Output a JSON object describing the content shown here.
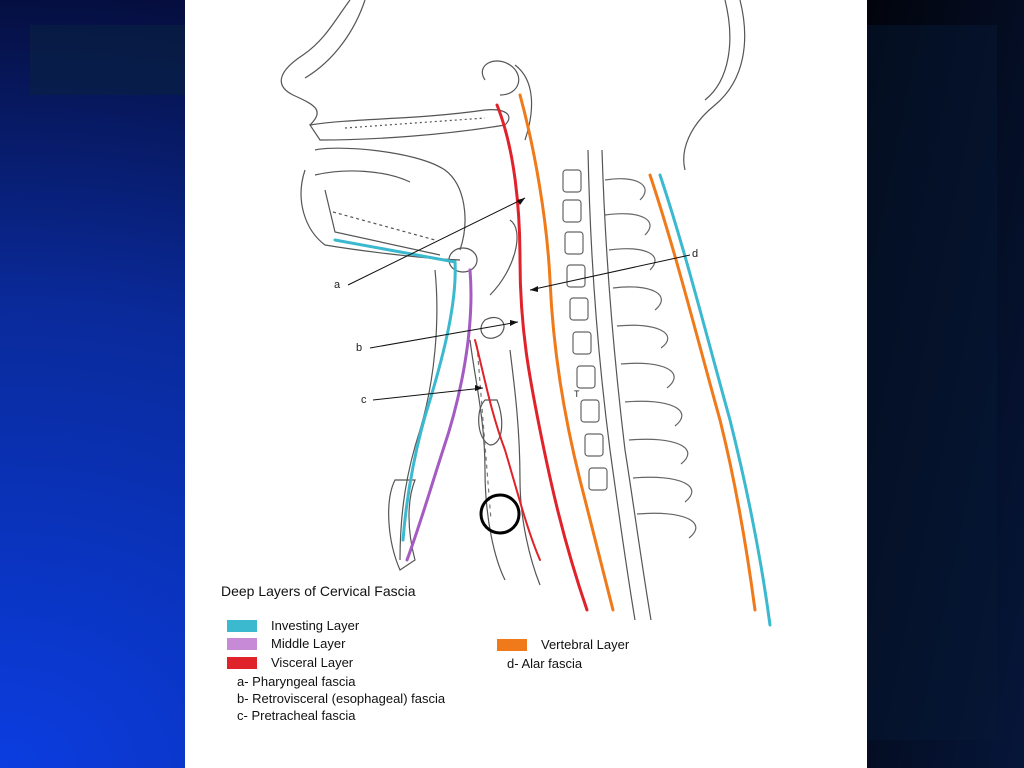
{
  "slide": {
    "background_color": "#04082a",
    "accent_color": "#0a3bd6"
  },
  "figure": {
    "title": "Deep Layers of Cervical Fascia",
    "labels": {
      "a": "a",
      "b": "b",
      "c": "c",
      "d": "d"
    },
    "legend": [
      {
        "label": "Investing Layer",
        "color": "#3bb9cf"
      },
      {
        "label": "Middle Layer",
        "color": "#c68ad6"
      },
      {
        "label": "Visceral Layer",
        "color": "#e0222a"
      },
      {
        "label": "Vertebral Layer",
        "color": "#f07a1a"
      }
    ],
    "fascia_notes": [
      "a- Pharyngeal fascia",
      "b- Retrovisceral (esophageal) fascia",
      "c- Pretracheal fascia",
      "d- Alar fascia"
    ],
    "vertebra_label": "T"
  }
}
